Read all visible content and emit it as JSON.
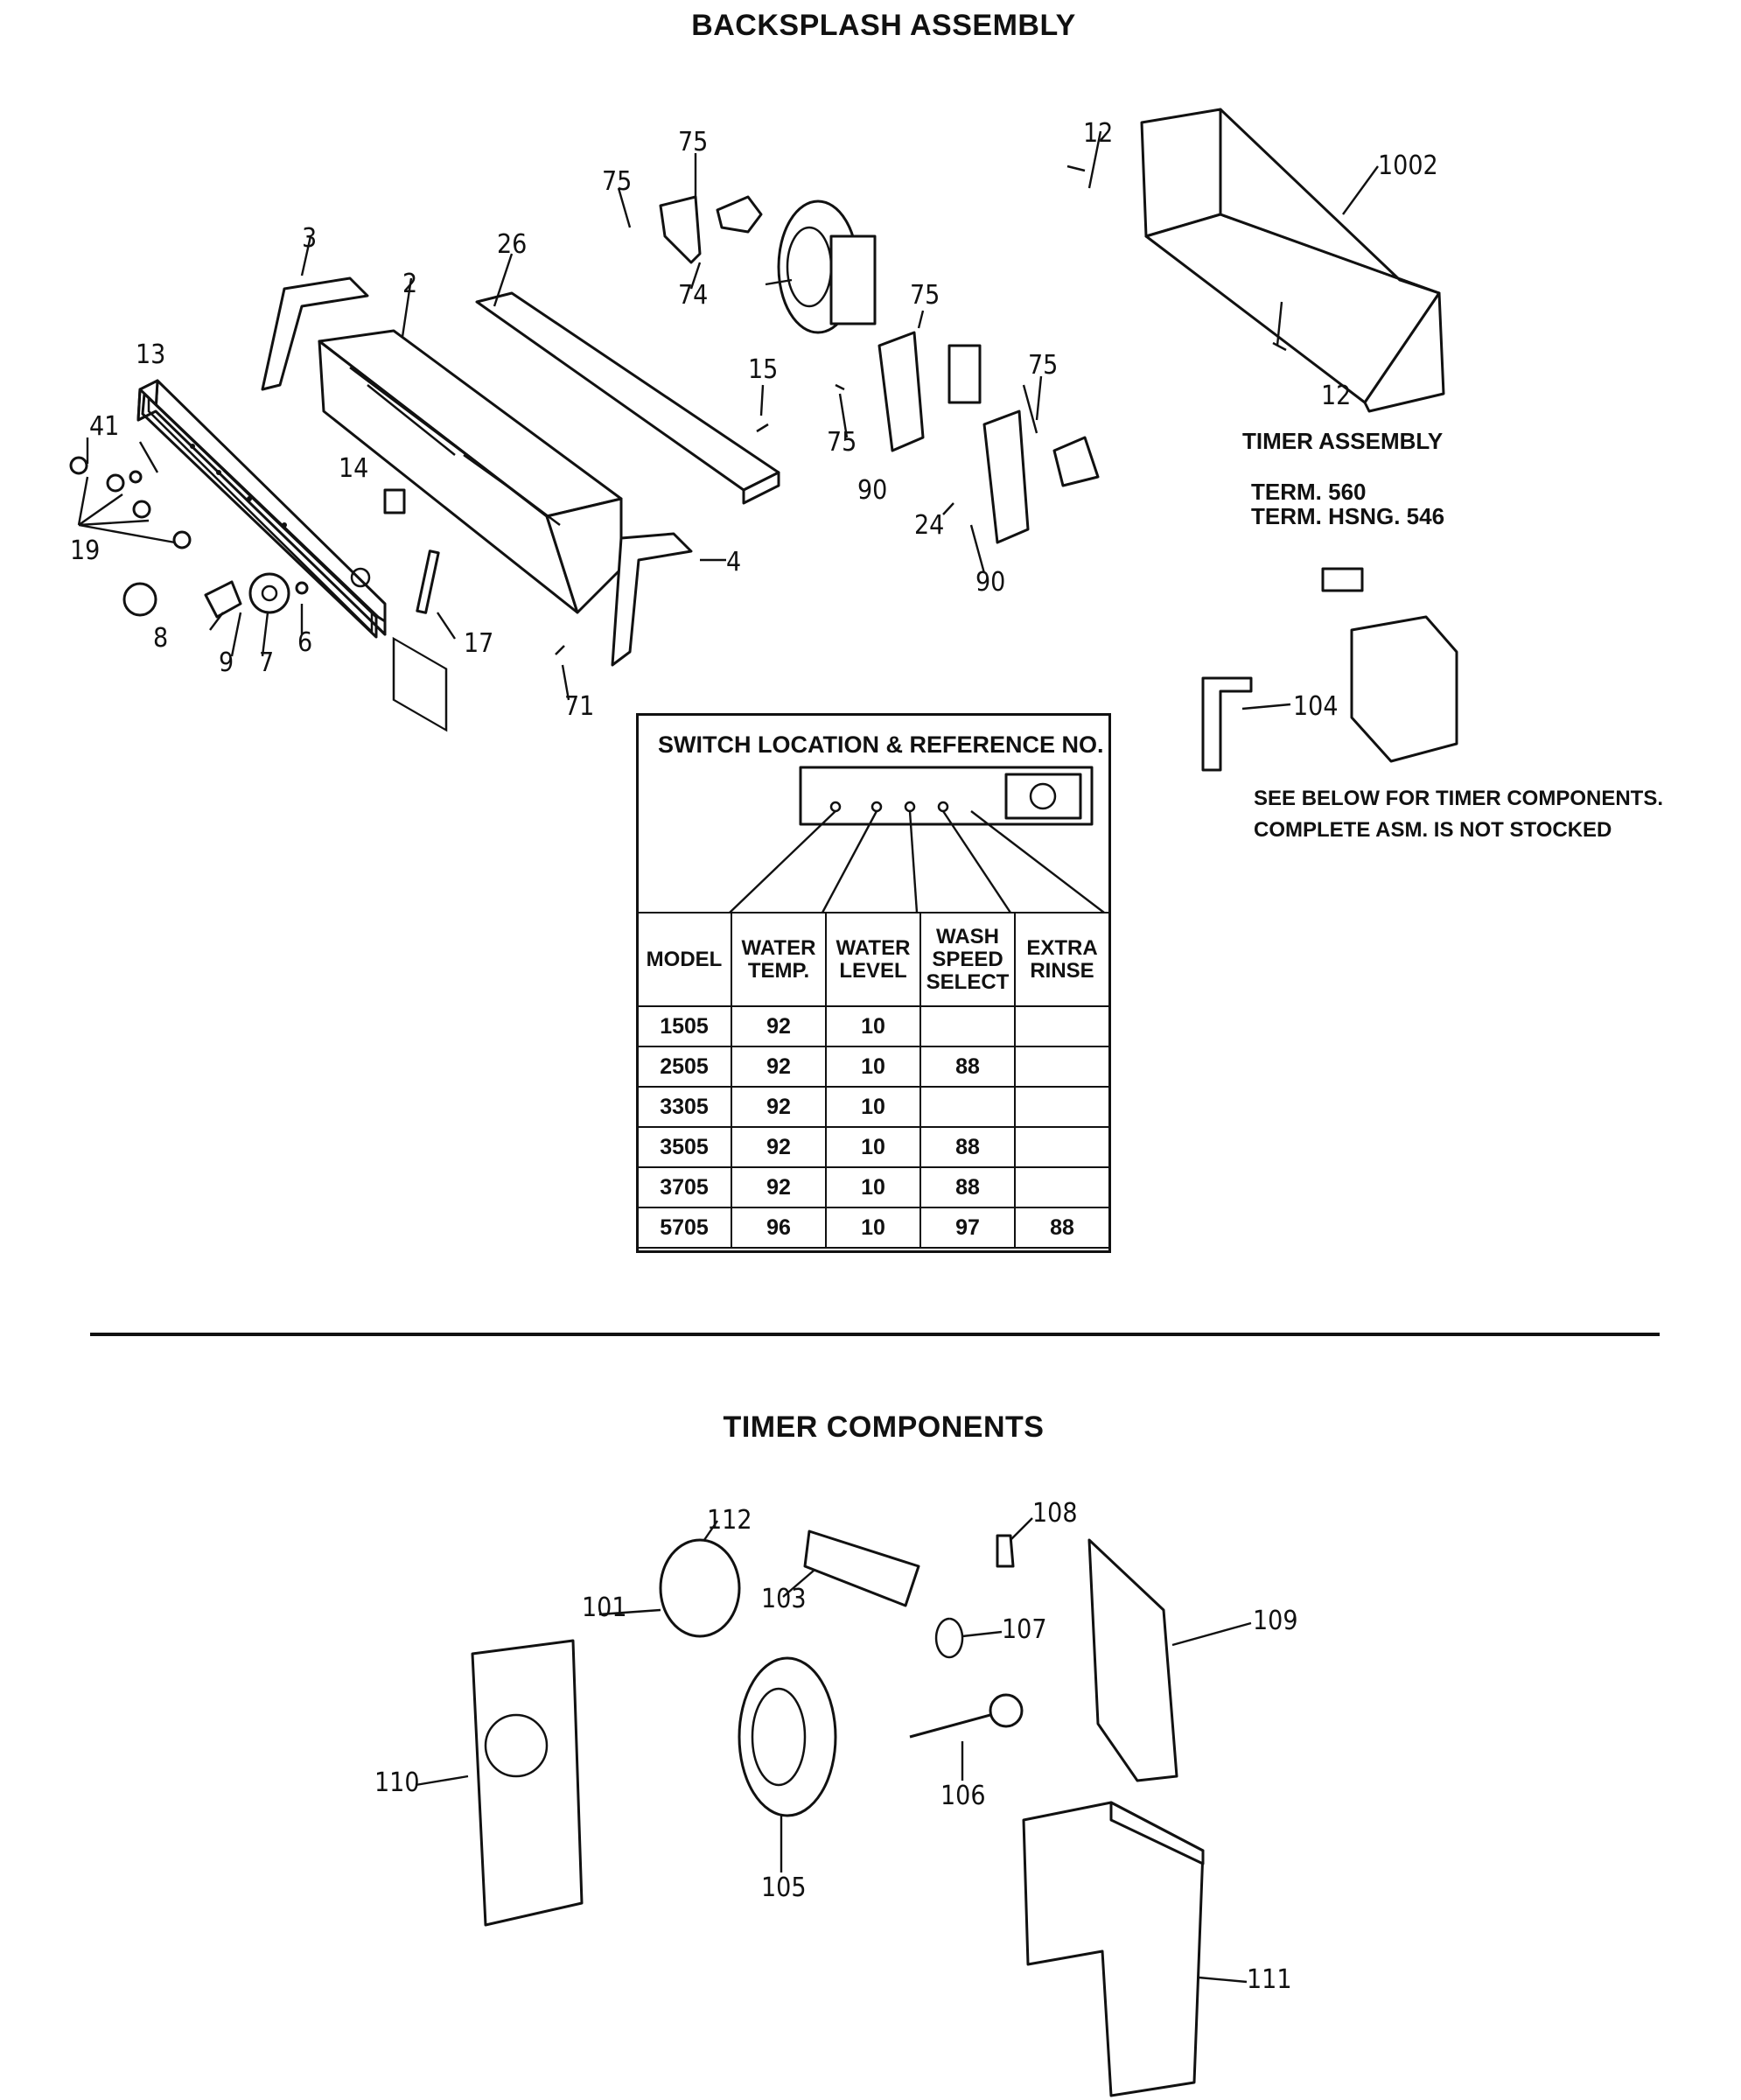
{
  "titles": {
    "backsplash": "BACKSPLASH ASSEMBLY",
    "timer_components": "TIMER COMPONENTS"
  },
  "notes": {
    "timer_assembly": "TIMER ASSEMBLY",
    "term": "TERM. 560",
    "term_hsng": "TERM. HSNG. 546",
    "see_below": "SEE BELOW FOR TIMER COMPONENTS.",
    "not_stocked": "COMPLETE ASM. IS NOT STOCKED"
  },
  "part_labels": {
    "p75a": "75",
    "p75b": "75",
    "p75c": "75",
    "p75d": "75",
    "p75e": "75",
    "p12a": "12",
    "p12b": "12",
    "p1002": "1002",
    "p3": "3",
    "p26": "26",
    "p2": "2",
    "p74": "74",
    "p13": "13",
    "p15": "15",
    "p41": "41",
    "p14": "14",
    "p90a": "90",
    "p90b": "90",
    "p24": "24",
    "p19": "19",
    "p4": "4",
    "p8": "8",
    "p9": "9",
    "p7": "7",
    "p6": "6",
    "p17": "17",
    "p71": "71",
    "p104": "104",
    "p112": "112",
    "p108": "108",
    "p101": "101",
    "p103": "103",
    "p107": "107",
    "p109": "109",
    "p110": "110",
    "p106": "106",
    "p105": "105",
    "p111": "111"
  },
  "switch_table": {
    "title": "SWITCH LOCATION & REFERENCE NO.",
    "headers": [
      [
        "MODEL"
      ],
      [
        "WATER",
        "TEMP."
      ],
      [
        "WATER",
        "LEVEL"
      ],
      [
        "WASH",
        "SPEED",
        "SELECT"
      ],
      [
        "EXTRA",
        "RINSE"
      ]
    ],
    "rows": [
      [
        "1505",
        "92",
        "10",
        "",
        ""
      ],
      [
        "2505",
        "92",
        "10",
        "88",
        ""
      ],
      [
        "3305",
        "92",
        "10",
        "",
        ""
      ],
      [
        "3505",
        "92",
        "10",
        "88",
        ""
      ],
      [
        "3705",
        "92",
        "10",
        "88",
        ""
      ],
      [
        "5705",
        "96",
        "10",
        "97",
        "88"
      ]
    ]
  }
}
